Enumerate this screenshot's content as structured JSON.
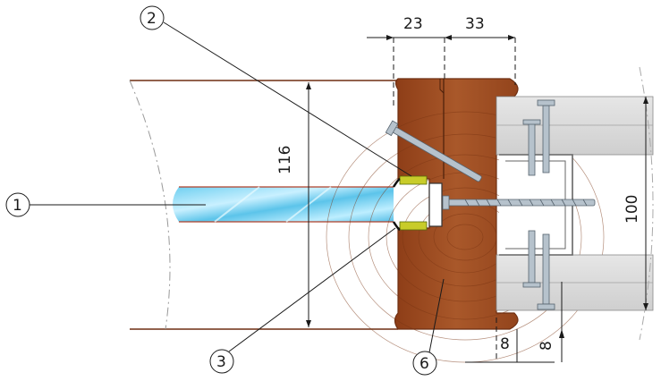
{
  "colors": {
    "wood": "#9a4a22",
    "wood_dark": "#6e2f12",
    "glass": "#7fd6f2",
    "panel": "#d9d9d9",
    "gasket": "#c8cc2a",
    "line": "#1a1a1a"
  },
  "callouts": [
    {
      "id": "1",
      "label": "1"
    },
    {
      "id": "2",
      "label": "2"
    },
    {
      "id": "3",
      "label": "3"
    },
    {
      "id": "6",
      "label": "6"
    }
  ],
  "dimensions": {
    "top_left": "23",
    "top_right": "33",
    "pane_height": "116",
    "panel_height": "100",
    "bottom_width": "8",
    "bottom_height": "8"
  },
  "icons": [
    "screw-icon",
    "glass-pane",
    "timber-frame",
    "gasket",
    "steel-profile"
  ]
}
